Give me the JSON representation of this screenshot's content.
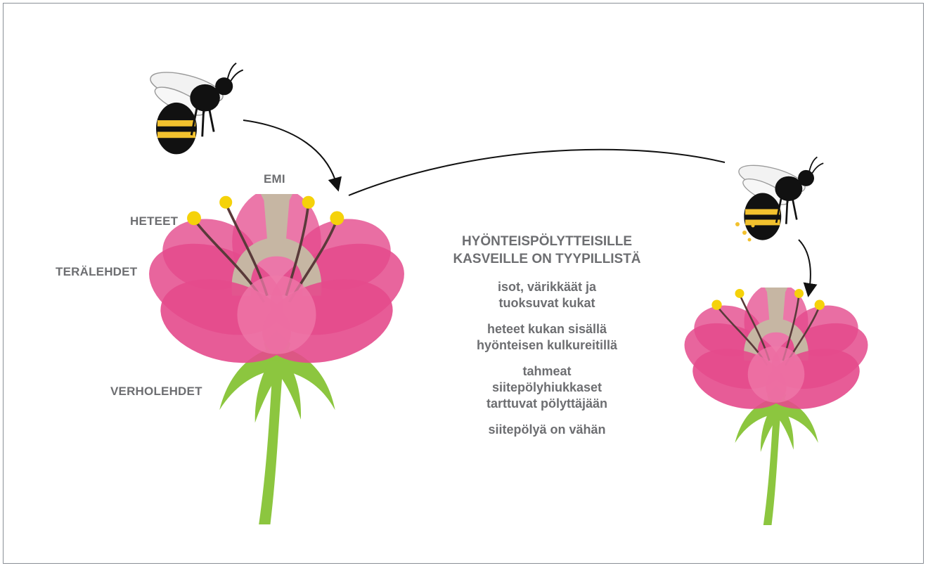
{
  "colors": {
    "petal": "#e44a8c",
    "petal_light": "#ef7aa9",
    "pistil": "#c6b6a3",
    "stem": "#8cc63f",
    "anther": "#f5d20a",
    "label_text": "#6d6e71",
    "bee_stripe": "#f2c12e"
  },
  "labels": {
    "pistil": "EMI",
    "stamens": "HETEET",
    "petals": "TERÄLEHDET",
    "sepals": "VERHOLEHDET"
  },
  "info": {
    "title_line1": "HYÖNTEISPÖLYTTEISILLE",
    "title_line2": "KASVEILLE ON TYYPILLISTÄ",
    "traits": [
      [
        "isot, värikkäät ja",
        "tuoksuvat kukat"
      ],
      [
        "heteet kukan sisällä",
        "hyönteisen kulkureitillä"
      ],
      [
        "tahmeat",
        "siitepölyhiukkaset",
        "tarttuvat pölyttäjään"
      ],
      [
        "siitepölyä on vähän"
      ]
    ]
  }
}
